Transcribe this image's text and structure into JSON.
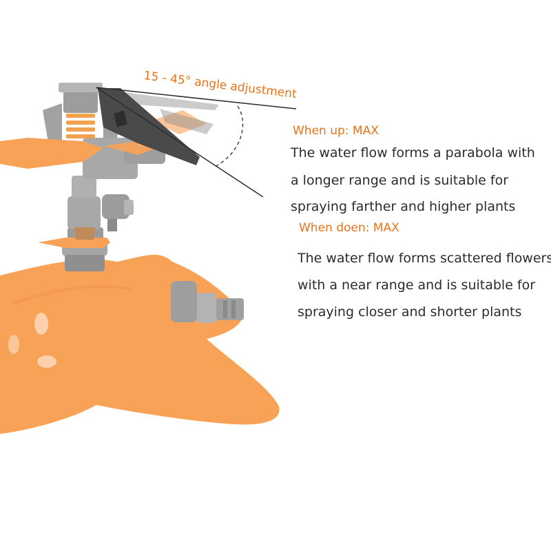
{
  "angle_label": "15 - 45° angle adjustment",
  "up": {
    "heading": "When up: MAX",
    "lines": [
      "The water flow forms a parabola with",
      "a longer range and is suitable for",
      "spraying farther and higher plants"
    ]
  },
  "down": {
    "heading": "When doen: MAX",
    "lines": [
      "The water flow forms scattered flowers",
      "with a near range and is suitable for",
      "spraying closer and shorter plants"
    ]
  },
  "colors": {
    "accent": "#e8731a",
    "body_text": "#2b2b2b",
    "sprinkler_orange": "#f8a257",
    "sprinkler_gray": "#a9a9a9",
    "nozzle_dark": "#4a4a4a"
  }
}
